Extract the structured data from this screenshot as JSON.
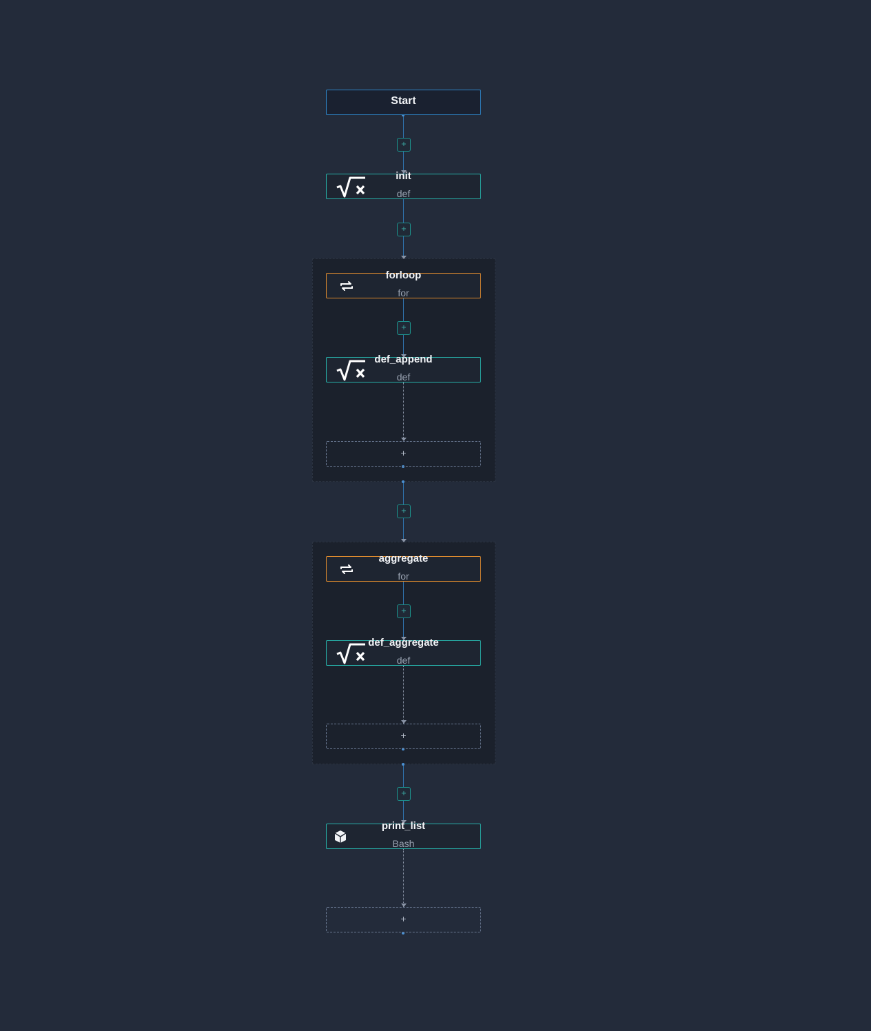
{
  "colors": {
    "background": "#232b3a",
    "group_background": "#1b212c",
    "start_border": "#2f86c9",
    "task_border": "#27b3ab",
    "loop_border": "#dd8a2e"
  },
  "add_symbol": "+",
  "nodes": {
    "start": {
      "title": "Start"
    },
    "init": {
      "title": "init",
      "type": "def",
      "icon": "sqrt-x-icon"
    },
    "forloop": {
      "title": "forloop",
      "type": "for",
      "icon": "repeat-icon"
    },
    "def_append": {
      "title": "def_append",
      "type": "def",
      "icon": "sqrt-x-icon"
    },
    "aggregate": {
      "title": "aggregate",
      "type": "for",
      "icon": "repeat-icon"
    },
    "def_aggregate": {
      "title": "def_aggregate",
      "type": "def",
      "icon": "sqrt-x-icon"
    },
    "print_list": {
      "title": "print_list",
      "type": "Bash",
      "icon": "cube-icon"
    }
  }
}
